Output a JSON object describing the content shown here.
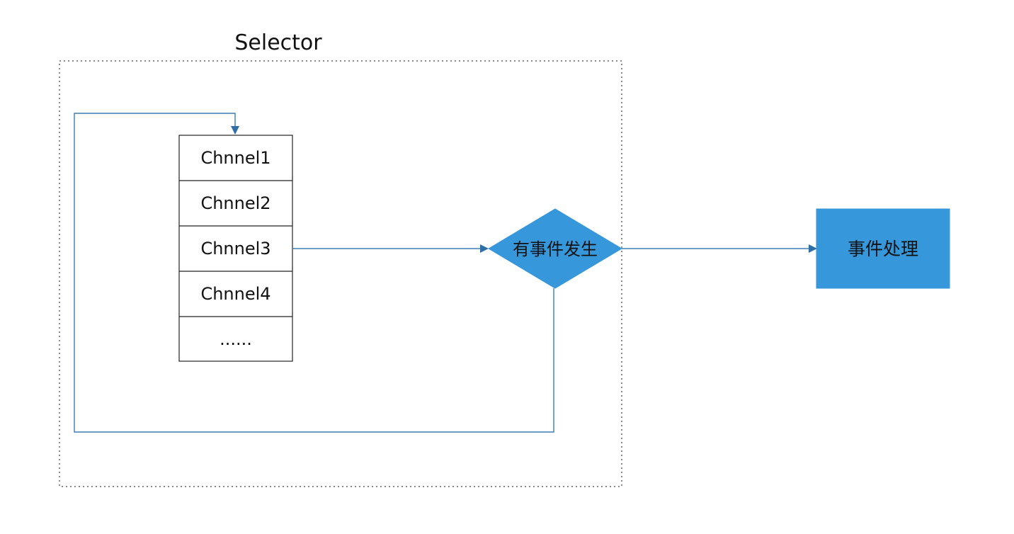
{
  "diagram": {
    "selector_title": "Selector",
    "channels": [
      {
        "label": "Chnnel1"
      },
      {
        "label": "Chnnel2"
      },
      {
        "label": "Chnnel3"
      },
      {
        "label": "Chnnel4"
      },
      {
        "label": "......"
      }
    ],
    "decision_label": "有事件发生",
    "process_label": "事件处理",
    "colors": {
      "accent": "#3697DB",
      "connector": "#3A7DB3",
      "selector_border": "#666666",
      "channel_border": "#222222",
      "text": "#111111"
    }
  }
}
